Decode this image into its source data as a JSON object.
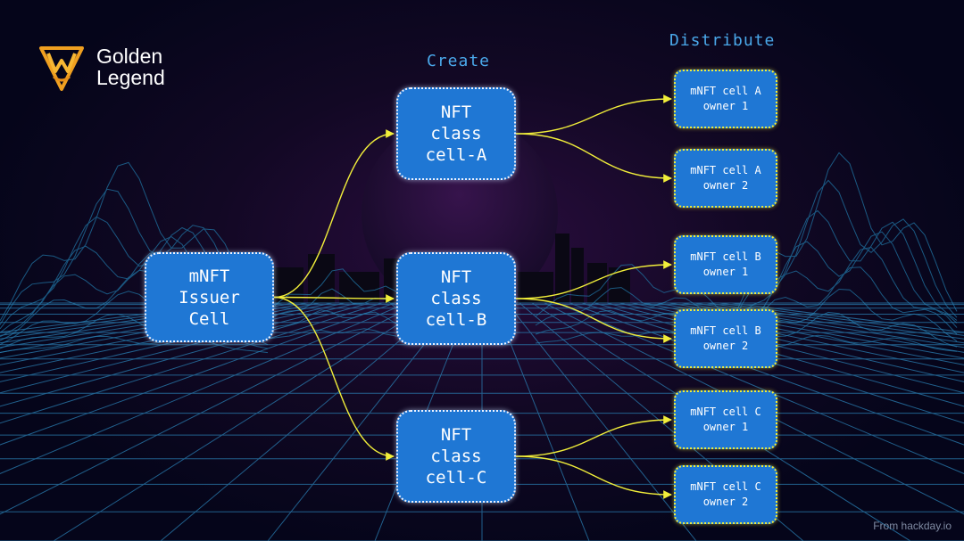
{
  "brand": {
    "line1": "Golden",
    "line2": "Legend",
    "logo_icon": "shield-w-icon"
  },
  "labels": {
    "create": "Create",
    "distribute": "Distribute"
  },
  "issuer": {
    "lines": [
      "mNFT",
      "Issuer",
      "Cell"
    ]
  },
  "classes": [
    {
      "lines": [
        "NFT",
        "class",
        "cell-A"
      ]
    },
    {
      "lines": [
        "NFT",
        "class",
        "cell-B"
      ]
    },
    {
      "lines": [
        "NFT",
        "class",
        "cell-C"
      ]
    }
  ],
  "owners": [
    {
      "lines": [
        "mNFT cell A",
        "owner 1"
      ]
    },
    {
      "lines": [
        "mNFT cell A",
        "owner 2"
      ]
    },
    {
      "lines": [
        "mNFT cell B",
        "owner 1"
      ]
    },
    {
      "lines": [
        "mNFT cell B",
        "owner 2"
      ]
    },
    {
      "lines": [
        "mNFT cell C",
        "owner 1"
      ]
    },
    {
      "lines": [
        "mNFT cell C",
        "owner 2"
      ]
    }
  ],
  "edges": [
    [
      "issuer",
      "class-a"
    ],
    [
      "issuer",
      "class-b"
    ],
    [
      "issuer",
      "class-c"
    ],
    [
      "class-a",
      "owner-a1"
    ],
    [
      "class-a",
      "owner-a2"
    ],
    [
      "class-b",
      "owner-b1"
    ],
    [
      "class-b",
      "owner-b2"
    ],
    [
      "class-c",
      "owner-c1"
    ],
    [
      "class-c",
      "owner-c2"
    ]
  ],
  "footer": "From hackday.io",
  "colors": {
    "node": "#1f77d4",
    "arrow": "#f1ee3a",
    "label": "#4aa8ea",
    "grid": "#2a7fb3"
  }
}
